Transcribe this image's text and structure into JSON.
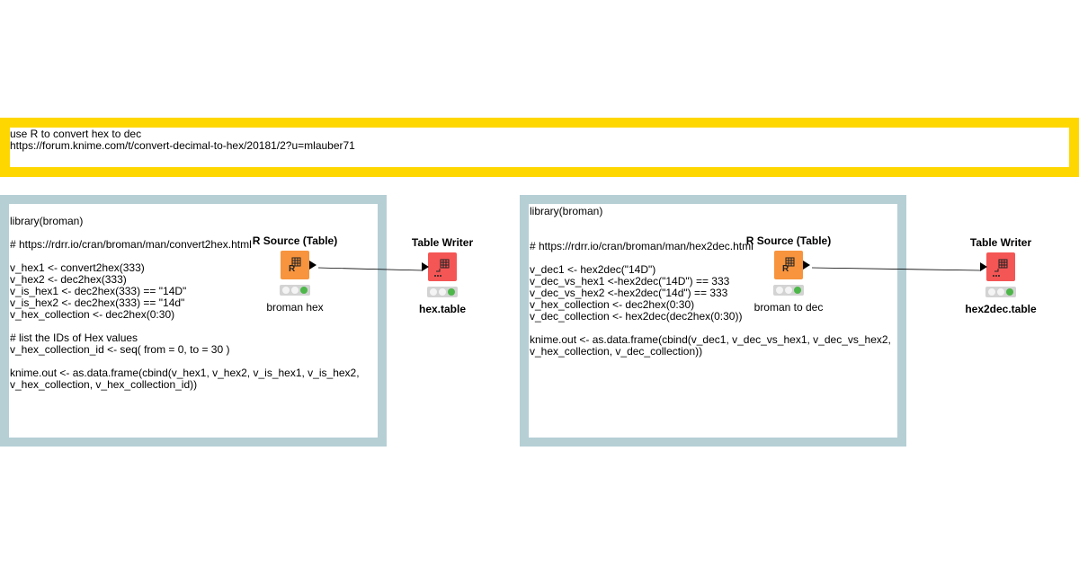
{
  "annotations": {
    "top": "use R to convert hex to dec\nhttps://forum.knime.com/t/convert-decimal-to-hex/20181/2?u=mlauber71",
    "left": "library(broman)\n\n# https://rdrr.io/cran/broman/man/convert2hex.html\n\nv_hex1 <- convert2hex(333)\nv_hex2 <- dec2hex(333)\nv_is_hex1 <- dec2hex(333) == \"14D\"\nv_is_hex2 <- dec2hex(333) == \"14d\"\nv_hex_collection <- dec2hex(0:30)\n\n# list the IDs of Hex values\nv_hex_collection_id <- seq( from = 0, to = 30 )\n\nknime.out <- as.data.frame(cbind(v_hex1, v_hex2, v_is_hex1, v_is_hex2,\nv_hex_collection, v_hex_collection_id))",
    "right": "library(broman)\n\n\n# https://rdrr.io/cran/broman/man/hex2dec.html\n\nv_dec1 <- hex2dec(\"14D\")\nv_dec_vs_hex1 <-hex2dec(\"14D\") == 333\nv_dec_vs_hex2 <-hex2dec(\"14d\") == 333\nv_hex_collection <- dec2hex(0:30)\nv_dec_collection <- hex2dec(dec2hex(0:30))\n\nknime.out <- as.data.frame(cbind(v_dec1, v_dec_vs_hex1, v_dec_vs_hex2,\nv_hex_collection, v_dec_collection))"
  },
  "nodes": {
    "rsource_left": {
      "title": "R Source (Table)",
      "label": "broman hex",
      "icon": "r-source-icon",
      "color": "#F7943D"
    },
    "writer_left": {
      "title": "Table Writer",
      "label": "hex.table",
      "icon": "table-writer-icon",
      "color": "#F45655"
    },
    "rsource_right": {
      "title": "R Source (Table)",
      "label": "broman to dec",
      "icon": "r-source-icon",
      "color": "#F7943D"
    },
    "writer_right": {
      "title": "Table Writer",
      "label": "hex2dec.table",
      "icon": "table-writer-icon",
      "color": "#F45655"
    }
  },
  "colors": {
    "annotation_top_border": "#FFD700",
    "annotation_code_border": "#B5CFD5",
    "status_green": "#4DB74A"
  }
}
